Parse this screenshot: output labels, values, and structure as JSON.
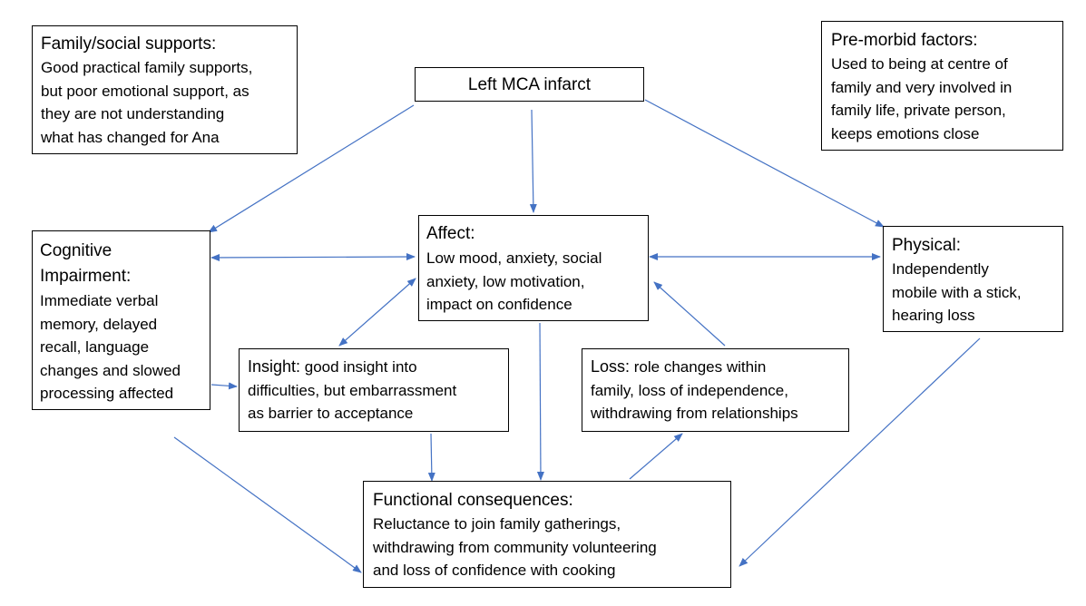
{
  "diagram": {
    "nodes": {
      "mca": {
        "title": "Left MCA infarct"
      },
      "family": {
        "title": "Family/social supports:",
        "lines": [
          "Good practical family supports,",
          "but poor emotional support, as",
          "they are not understanding",
          "what has changed for Ana"
        ]
      },
      "premorbid": {
        "title": "Pre-morbid factors:",
        "lines": [
          "Used to being at centre of",
          "family and very involved in",
          "family life, private person,",
          "keeps emotions close"
        ]
      },
      "cognitive": {
        "title_lines": [
          "Cognitive",
          "Impairment:"
        ],
        "lines": [
          "Immediate verbal",
          "memory, delayed",
          "recall, language",
          "changes and slowed",
          "processing affected"
        ]
      },
      "affect": {
        "title": "Affect:",
        "lines": [
          "Low mood, anxiety, social",
          "anxiety, low motivation,",
          "impact on confidence"
        ]
      },
      "physical": {
        "title": "Physical:",
        "lines": [
          "Independently",
          "mobile with a stick,",
          "hearing loss"
        ]
      },
      "insight": {
        "title": "Insight:",
        "first_line_rest": " good insight into",
        "lines": [
          "difficulties, but embarrassment",
          "as barrier to acceptance"
        ]
      },
      "loss": {
        "title": "Loss:",
        "first_line_rest": " role changes within",
        "lines": [
          "family, loss of independence,",
          "withdrawing from relationships"
        ]
      },
      "functional": {
        "title": "Functional consequences:",
        "lines": [
          "Reluctance to join family gatherings,",
          "withdrawing from community volunteering",
          "and loss of confidence with cooking"
        ]
      }
    },
    "edges": [
      {
        "from": "mca",
        "to": "cognitive",
        "type": "single"
      },
      {
        "from": "mca",
        "to": "affect",
        "type": "single"
      },
      {
        "from": "mca",
        "to": "physical",
        "type": "single"
      },
      {
        "from": "cognitive",
        "to": "affect",
        "type": "double"
      },
      {
        "from": "affect",
        "to": "physical",
        "type": "double"
      },
      {
        "from": "affect",
        "to": "insight",
        "type": "double"
      },
      {
        "from": "cognitive",
        "to": "insight",
        "type": "single"
      },
      {
        "from": "loss",
        "to": "affect",
        "type": "single"
      },
      {
        "from": "insight",
        "to": "functional",
        "type": "single"
      },
      {
        "from": "affect",
        "to": "functional",
        "type": "single"
      },
      {
        "from": "functional",
        "to": "loss",
        "type": "single"
      },
      {
        "from": "cognitive",
        "to": "functional",
        "type": "single"
      },
      {
        "from": "physical",
        "to": "functional",
        "type": "single"
      }
    ],
    "colors": {
      "arrow": "#4472c4",
      "border": "#000000",
      "text": "#000000"
    }
  }
}
